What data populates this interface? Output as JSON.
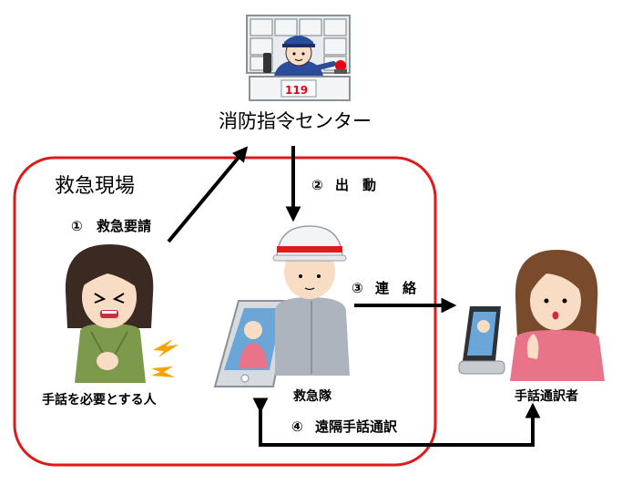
{
  "colors": {
    "frame": "#e0191b",
    "arrow": "#000000",
    "skin": "#f8dcc4",
    "hair": "#3a2a22",
    "shirt_green": "#7d9a4c",
    "pink": "#e9748a",
    "gray_uniform": "#aeb4bd",
    "alarm_red": "#e60012",
    "bolt": "#f5a300"
  },
  "center": {
    "title": "消防指令センター",
    "badge": "119"
  },
  "scene": {
    "label": "救急現場"
  },
  "steps": {
    "s1": {
      "num": "①",
      "text": "救急要請"
    },
    "s2": {
      "num": "②",
      "text": "出　動"
    },
    "s3": {
      "num": "③",
      "text": "連　絡"
    },
    "s4": {
      "num": "④",
      "text": "遠隔手話通訳"
    }
  },
  "people": {
    "requester": "手話を必要とする人",
    "crew": "救急隊",
    "interpreter": "手話通訳者"
  },
  "icons": [
    "dispatch-center-icon",
    "sick-person-icon",
    "paramedic-icon",
    "tablet-icon",
    "interpreter-icon",
    "pain-bolt-icon"
  ]
}
